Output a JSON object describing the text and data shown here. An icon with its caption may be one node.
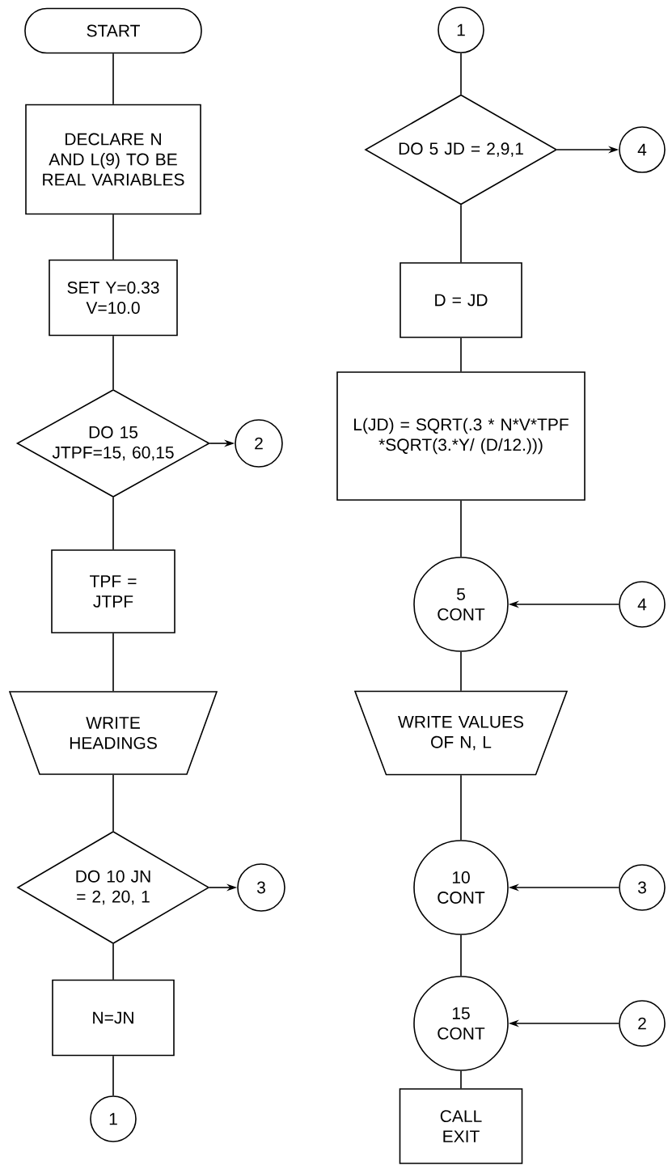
{
  "diagram": {
    "nodes": [
      {
        "text": [
          "START"
        ]
      },
      {
        "text": [
          "DECLARE N AND L(9) TO BE REAL VARIABLES"
        ]
      },
      {
        "text": [
          "SET Y=0.33 V=10.0"
        ]
      },
      {
        "text": [
          "DO 15 JTPF=15, 60,15"
        ]
      },
      {
        "text": [
          "2"
        ]
      },
      {
        "text": [
          "TPF = JTPF"
        ]
      },
      {
        "text": [
          "WRITE HEADINGS"
        ]
      },
      {
        "text": [
          "DO 10 JN = 2, 20, 1"
        ]
      },
      {
        "text": [
          "3"
        ]
      },
      {
        "text": [
          "N=JN"
        ]
      },
      {
        "text": [
          "1"
        ]
      },
      {
        "text": [
          "1"
        ]
      },
      {
        "text": [
          "DO 5 JD = 2,9,1"
        ]
      },
      {
        "text": [
          "4"
        ]
      },
      {
        "text": [
          "D = JD"
        ]
      },
      {
        "text": [
          "L(JD) = SQRT(.3 * N*V*TPF *SQRT(3.*Y/ (D/12.)))"
        ]
      },
      {
        "text": [
          "5 CONT"
        ]
      },
      {
        "text": [
          "4"
        ]
      },
      {
        "text": [
          "WRITE VALUES OF N, L"
        ]
      },
      {
        "text": [
          "10 CONT"
        ]
      },
      {
        "text": [
          "3"
        ]
      },
      {
        "text": [
          "15 CONT"
        ]
      },
      {
        "text": [
          "2"
        ]
      },
      {
        "text": [
          "CALL EXIT"
        ]
      }
    ],
    "edges": [
      {
        "from": 0,
        "to": 1,
        "arrow": "none"
      },
      {
        "from": 1,
        "to": 2,
        "arrow": "none"
      },
      {
        "from": 2,
        "to": 3,
        "arrow": "none"
      },
      {
        "from": 3,
        "to": 4,
        "arrow": "to"
      },
      {
        "from": 3,
        "to": 5,
        "arrow": "none"
      },
      {
        "from": 5,
        "to": 6,
        "arrow": "none"
      },
      {
        "from": 6,
        "to": 7,
        "arrow": "none"
      },
      {
        "from": 7,
        "to": 8,
        "arrow": "to"
      },
      {
        "from": 7,
        "to": 9,
        "arrow": "none"
      },
      {
        "from": 9,
        "to": 10,
        "arrow": "none"
      },
      {
        "from": 11,
        "to": 12,
        "arrow": "none"
      },
      {
        "from": 12,
        "to": 13,
        "arrow": "to"
      },
      {
        "from": 12,
        "to": 14,
        "arrow": "none"
      },
      {
        "from": 14,
        "to": 15,
        "arrow": "none"
      },
      {
        "from": 15,
        "to": 16,
        "arrow": "none"
      },
      {
        "from": 17,
        "to": 16,
        "arrow": "to"
      },
      {
        "from": 16,
        "to": 18,
        "arrow": "none"
      },
      {
        "from": 18,
        "to": 19,
        "arrow": "none"
      },
      {
        "from": 20,
        "to": 19,
        "arrow": "to"
      },
      {
        "from": 19,
        "to": 21,
        "arrow": "none"
      },
      {
        "from": 22,
        "to": 21,
        "arrow": "to"
      },
      {
        "from": 21,
        "to": 23,
        "arrow": "none"
      }
    ]
  }
}
